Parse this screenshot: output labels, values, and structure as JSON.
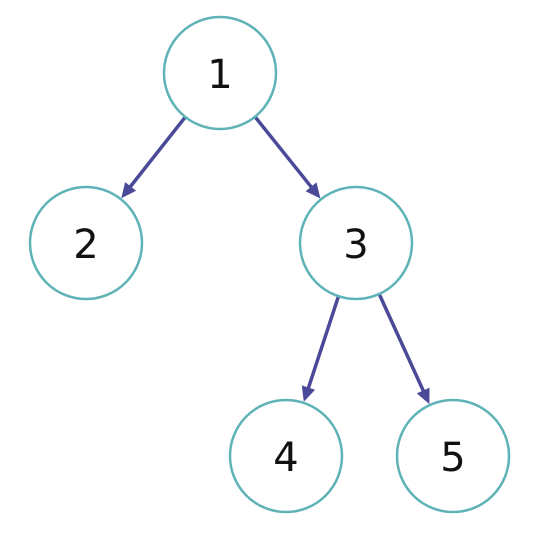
{
  "tree": {
    "nodes": [
      {
        "id": "n1",
        "label": "1"
      },
      {
        "id": "n2",
        "label": "2"
      },
      {
        "id": "n3",
        "label": "3"
      },
      {
        "id": "n4",
        "label": "4"
      },
      {
        "id": "n5",
        "label": "5"
      }
    ],
    "edges": [
      {
        "from": "n1",
        "to": "n2"
      },
      {
        "from": "n1",
        "to": "n3"
      },
      {
        "from": "n3",
        "to": "n4"
      },
      {
        "from": "n3",
        "to": "n5"
      }
    ]
  },
  "colors": {
    "node_stroke": "#5fb3b7",
    "edge": "#4a4a98",
    "label": "#111111"
  }
}
